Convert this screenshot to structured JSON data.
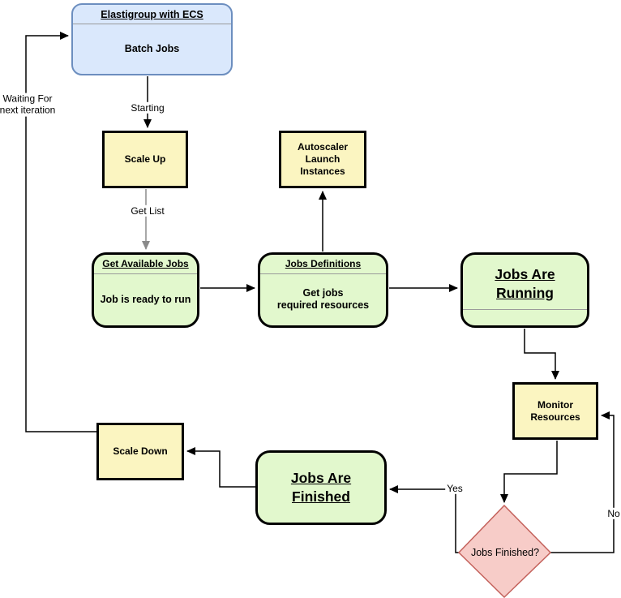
{
  "diagram": {
    "nodes": {
      "elastigroup": {
        "title": "Elastigroup with ECS",
        "body": "Batch Jobs"
      },
      "scale_up": {
        "label": "Scale Up"
      },
      "autoscaler": {
        "label": "Autoscaler\nLaunch\nInstances"
      },
      "get_available_jobs": {
        "title": "Get Available Jobs",
        "body": "Job is ready to run"
      },
      "jobs_definitions": {
        "title": "Jobs Definitions",
        "body": "Get jobs\nrequired resources"
      },
      "jobs_running": {
        "title": "Jobs Are \nRunning"
      },
      "monitor_resources": {
        "label": "Monitor\nResources"
      },
      "jobs_finished_decision": {
        "label": "Jobs Finished?"
      },
      "jobs_are_finished": {
        "title": "Jobs Are \nFinished"
      },
      "scale_down": {
        "label": "Scale Down"
      }
    },
    "edge_labels": {
      "starting": "Starting",
      "get_list": "Get List",
      "waiting": "Waiting For\nnext iteration",
      "yes": "Yes",
      "no": "No"
    },
    "colors": {
      "blue_fill": "#DAE8FC",
      "blue_border": "#6C8EBF",
      "yellow_fill": "#FBF5C1",
      "green_fill": "#E2F8CD",
      "pink_fill": "#F7CCC8",
      "pink_border": "#C4625C",
      "node_border": "#000000",
      "divider": "#9A9A9A",
      "arrow_black": "#000000",
      "arrow_gray": "#8A8A8A"
    }
  }
}
